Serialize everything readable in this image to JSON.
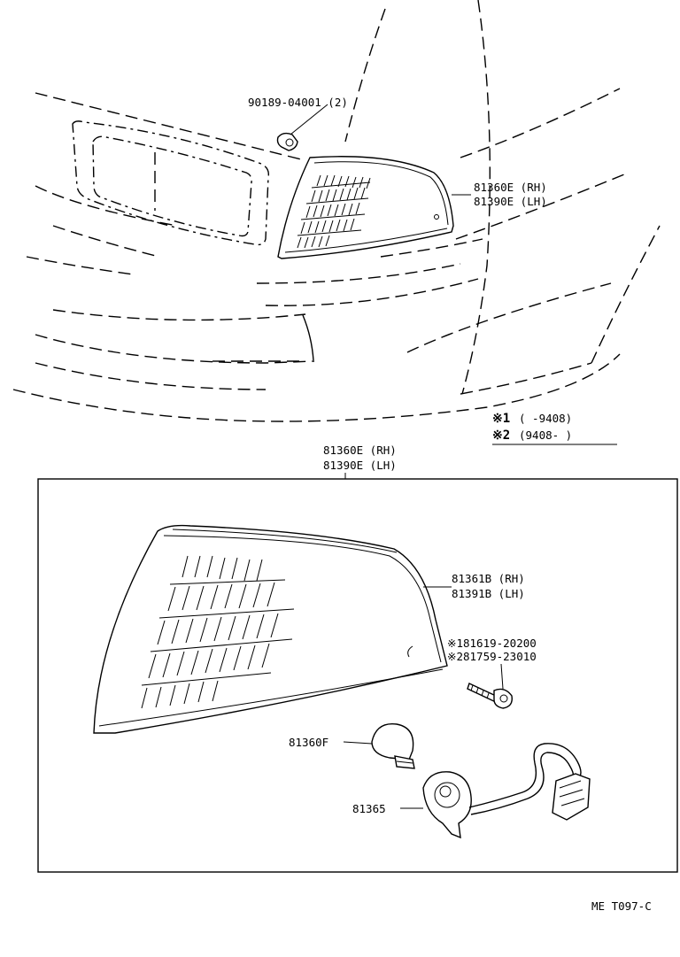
{
  "top_labels": {
    "clip_part": "90189-04001 (2)",
    "lamp_rh": "81360E (RH)",
    "lamp_lh": "81390E (LH)"
  },
  "legend": {
    "note1_mark": "※1",
    "note1_text": "(      -9408)",
    "note2_mark": "※2",
    "note2_text": "(9408-      )"
  },
  "box_title": {
    "rh": "81360E (RH)",
    "lh": "81390E (LH)"
  },
  "box_labels": {
    "lens_rh": "81361B (RH)",
    "lens_lh": "81391B (LH)",
    "screw1": "※181619-20200",
    "screw2": "※281759-23010",
    "bulb": "81360F",
    "socket": "81365"
  },
  "footer": {
    "code": "ME  T097-C"
  }
}
